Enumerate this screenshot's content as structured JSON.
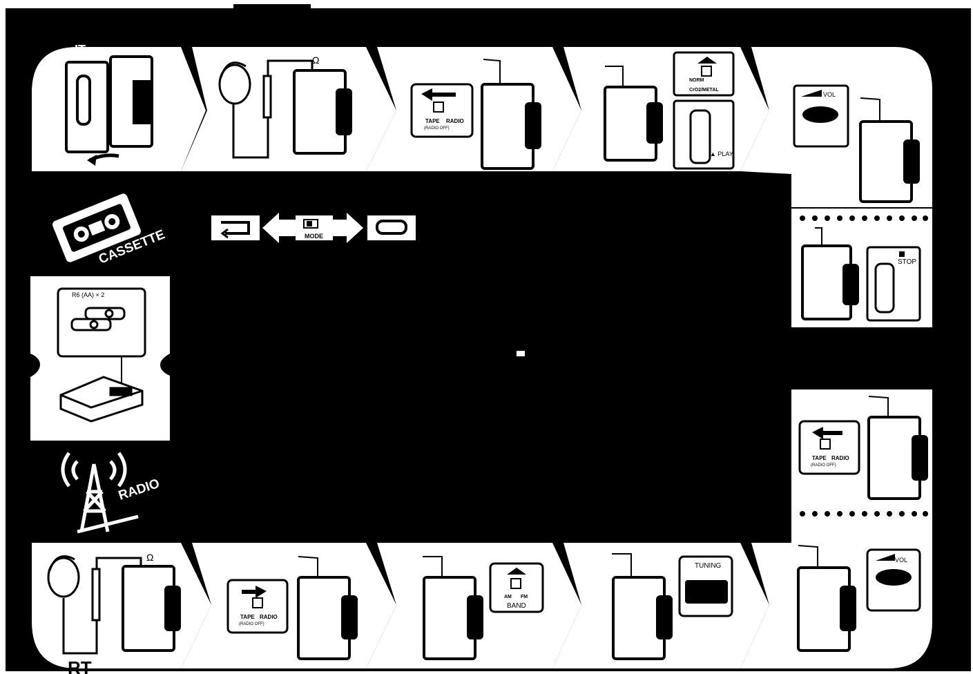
{
  "labels": {
    "cassette": "CASSETTE",
    "radio": "RADIO",
    "norm": "NORM",
    "crom_metal": "CrO2/METAL",
    "play": "▲ PLAY",
    "stop": "STOP",
    "vol": "VOL",
    "tape": "TAPE",
    "tape_radio": "RADIO",
    "radio_off": "(RADIO OFF)",
    "mode": "MODE",
    "battery": "R6 (AA) × 2",
    "am": "AM",
    "fm": "FM",
    "band": "BAND",
    "tuning": "TUNING",
    "headphone": "Ω",
    "corner_top": "ΙΤ",
    "corner_bottom": "RT"
  },
  "colors": {
    "background": "#000000",
    "panel": "#ffffff",
    "ink": "#000000"
  },
  "icons": [
    "cassette-icon",
    "radio-tower-icon",
    "headphones-icon",
    "player-icon",
    "battery-icon"
  ]
}
